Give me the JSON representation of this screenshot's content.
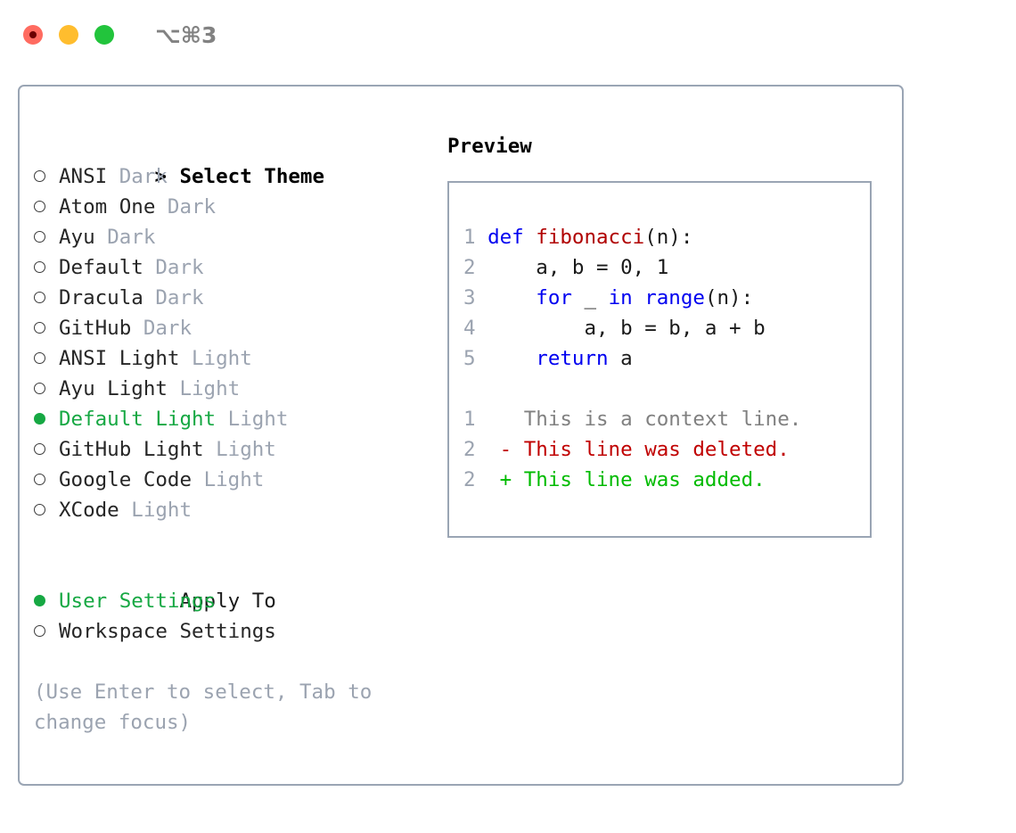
{
  "window": {
    "title": "⌥⌘3",
    "controls": [
      {
        "name": "close",
        "color": "#ff6b60"
      },
      {
        "name": "minimize",
        "color": "#ffbd2e"
      },
      {
        "name": "zoom",
        "color": "#22c43c"
      }
    ]
  },
  "theme_picker": {
    "heading": "Select Theme",
    "heading_marker": ">",
    "unselected_marker": "○",
    "selected_marker": "●",
    "accent_color": "#16a843",
    "tag_color": "#9ba3b0",
    "items": [
      {
        "marker": "○",
        "label": "ANSI",
        "tag": "Dark",
        "selected": false
      },
      {
        "marker": "○",
        "label": "Atom One",
        "tag": "Dark",
        "selected": false
      },
      {
        "marker": "○",
        "label": "Ayu",
        "tag": "Dark",
        "selected": false
      },
      {
        "marker": "○",
        "label": "Default",
        "tag": "Dark",
        "selected": false
      },
      {
        "marker": "○",
        "label": "Dracula",
        "tag": "Dark",
        "selected": false
      },
      {
        "marker": "○",
        "label": "GitHub",
        "tag": "Dark",
        "selected": false
      },
      {
        "marker": "○",
        "label": "ANSI Light",
        "tag": "Light",
        "selected": false
      },
      {
        "marker": "○",
        "label": "Ayu Light",
        "tag": "Light",
        "selected": false
      },
      {
        "marker": "●",
        "label": "Default Light",
        "tag": "Light",
        "selected": true
      },
      {
        "marker": "○",
        "label": "GitHub Light",
        "tag": "Light",
        "selected": false
      },
      {
        "marker": "○",
        "label": "Google Code",
        "tag": "Light",
        "selected": false
      },
      {
        "marker": "○",
        "label": "XCode",
        "tag": "Light",
        "selected": false
      }
    ]
  },
  "apply_to": {
    "heading": "Apply To",
    "items": [
      {
        "marker": "●",
        "label": "User Settings",
        "selected": true
      },
      {
        "marker": "○",
        "label": "Workspace Settings",
        "selected": false
      }
    ]
  },
  "hint": "(Use Enter to select, Tab to change focus)",
  "preview": {
    "heading": "Preview",
    "code_lines": [
      {
        "num": "1",
        "tokens": [
          {
            "t": "def",
            "c": "kw"
          },
          {
            "t": " ",
            "c": "plain"
          },
          {
            "t": "fibonacci",
            "c": "fn"
          },
          {
            "t": "(n):",
            "c": "plain"
          }
        ]
      },
      {
        "num": "2",
        "tokens": [
          {
            "t": "    a, b = 0, 1",
            "c": "plain"
          }
        ]
      },
      {
        "num": "3",
        "tokens": [
          {
            "t": "    ",
            "c": "plain"
          },
          {
            "t": "for",
            "c": "kw"
          },
          {
            "t": " _ ",
            "c": "plain"
          },
          {
            "t": "in",
            "c": "kw"
          },
          {
            "t": " ",
            "c": "plain"
          },
          {
            "t": "range",
            "c": "kw"
          },
          {
            "t": "(n):",
            "c": "plain"
          }
        ]
      },
      {
        "num": "4",
        "tokens": [
          {
            "t": "        a, b = b, a + b",
            "c": "plain"
          }
        ]
      },
      {
        "num": "5",
        "tokens": [
          {
            "t": "    ",
            "c": "plain"
          },
          {
            "t": "return",
            "c": "kw"
          },
          {
            "t": " a",
            "c": "plain"
          }
        ]
      }
    ],
    "diff_lines": [
      {
        "num": "1",
        "sign": " ",
        "text": "This is a context line.",
        "kind": "ctx"
      },
      {
        "num": "2",
        "sign": "-",
        "text": "This line was deleted.",
        "kind": "del"
      },
      {
        "num": "2",
        "sign": "+",
        "text": "This line was added.",
        "kind": "add"
      }
    ]
  }
}
